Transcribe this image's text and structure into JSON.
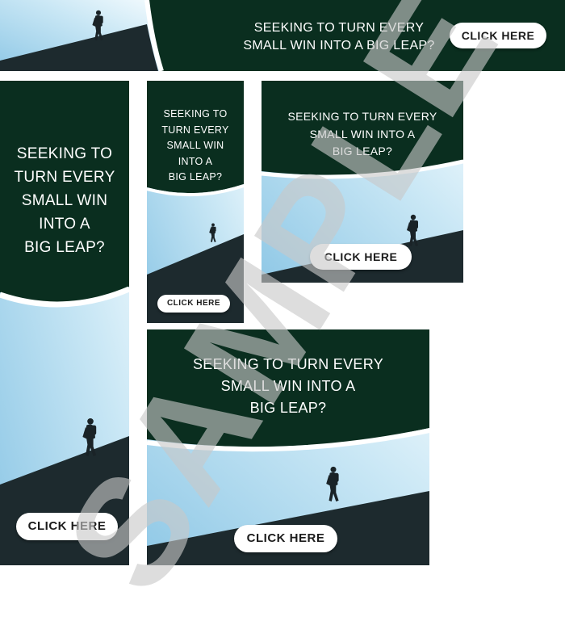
{
  "colors": {
    "dark_green": "#0a2e1f",
    "sky_light": "#e7f4fb",
    "sky_blue": "#9fd0ea",
    "slope": "#1d2a2e",
    "button_bg": "#ffffff"
  },
  "icons": [
    "hiker-silhouette-icon",
    "mountain-slope-icon"
  ],
  "watermark": "SAMPLE",
  "ads": {
    "leaderboard": {
      "headline": [
        "SEEKING TO TURN EVERY",
        "SMALL WIN INTO A BIG LEAP?"
      ],
      "cta": "CLICK HERE"
    },
    "skyscraper": {
      "headline": [
        "SEEKING TO",
        "TURN EVERY",
        "SMALL WIN",
        "INTO A",
        "BIG LEAP?"
      ],
      "cta": "CLICK HERE"
    },
    "small_vertical": {
      "headline": [
        "SEEKING TO",
        "TURN EVERY",
        "SMALL WIN",
        "INTO A",
        "BIG LEAP?"
      ],
      "cta": "CLICK HERE"
    },
    "rectangle": {
      "headline": [
        "SEEKING TO TURN EVERY",
        "SMALL WIN INTO A",
        "BIG LEAP?"
      ],
      "cta": "CLICK HERE"
    },
    "large_rectangle": {
      "headline": [
        "SEEKING TO TURN EVERY",
        "SMALL WIN INTO A",
        "BIG LEAP?"
      ],
      "cta": "CLICK HERE"
    }
  }
}
